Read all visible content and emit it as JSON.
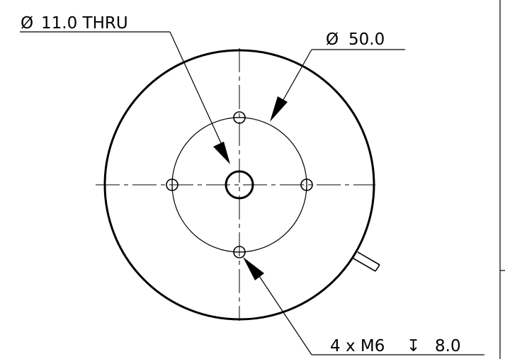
{
  "drawing": {
    "callouts": {
      "thru_hole": {
        "symbol": "Ø",
        "text": "11.0 THRU"
      },
      "bolt_circle": {
        "symbol": "Ø",
        "text": "50.0"
      },
      "tapped_holes": {
        "text": "4 x M6",
        "depth_symbol": "↧",
        "depth": "8.0"
      }
    }
  }
}
